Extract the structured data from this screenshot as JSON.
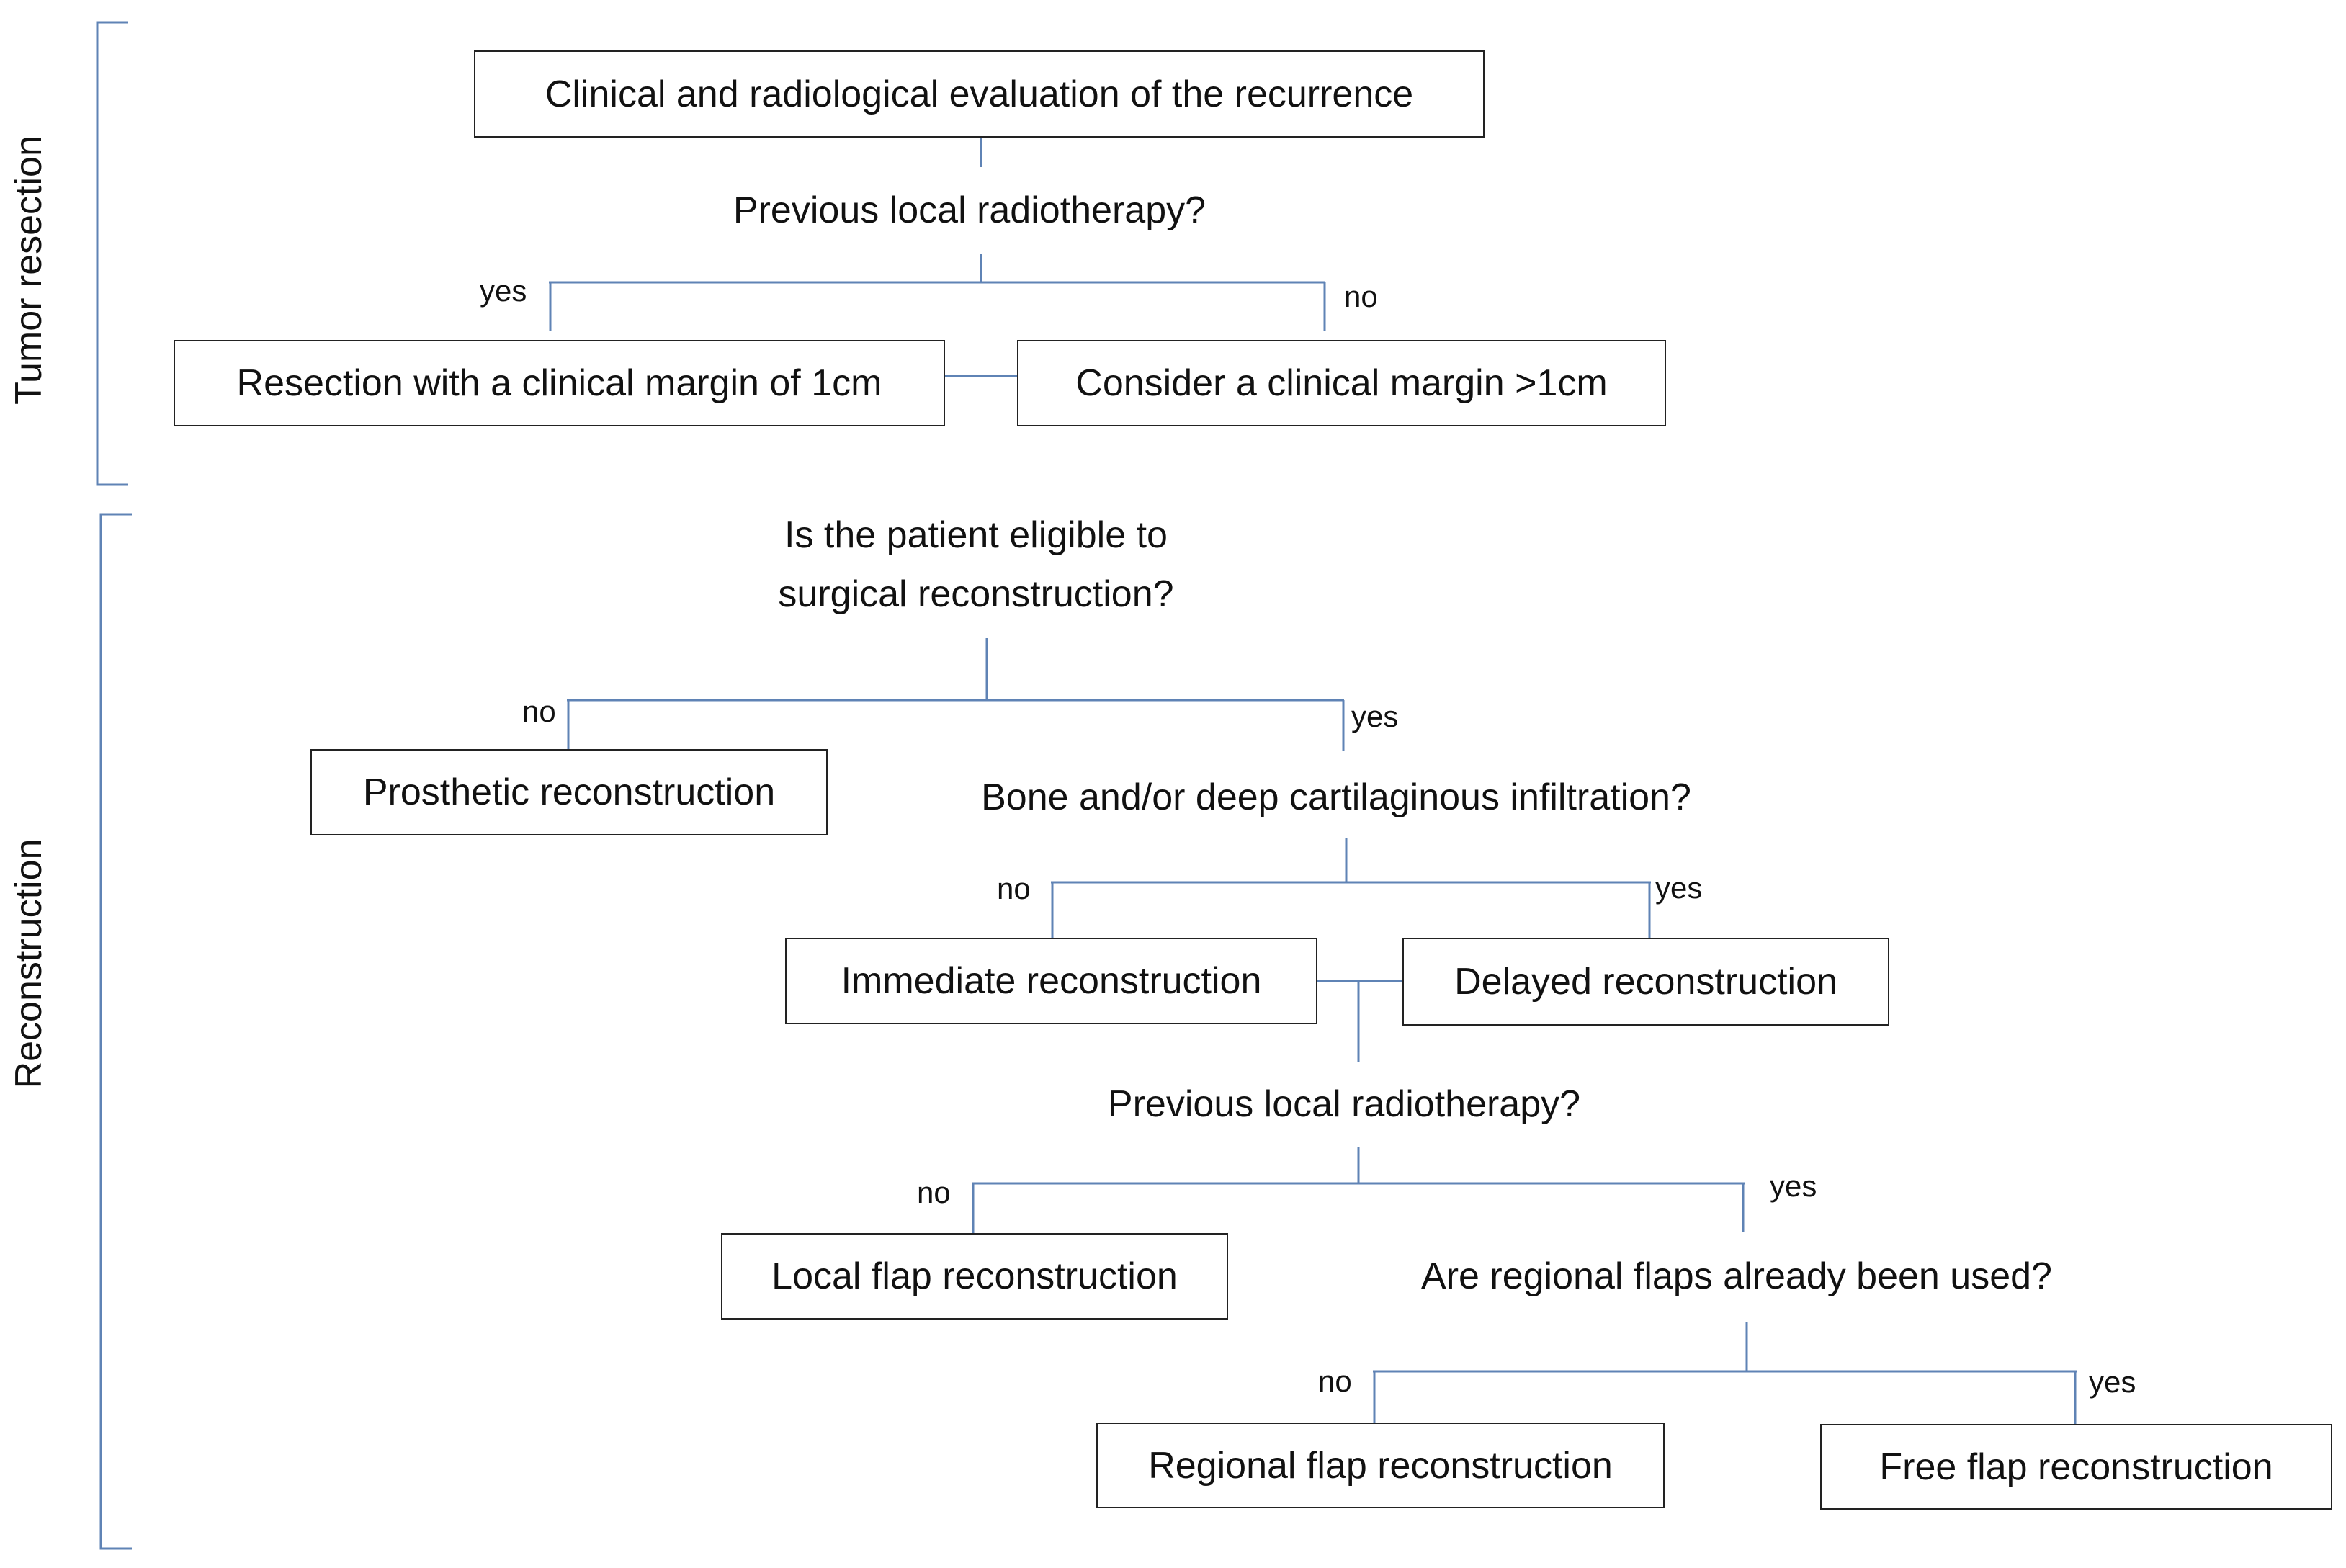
{
  "sections": {
    "tumor_resection": "Tumor resection",
    "reconstruction": "Reconstruction"
  },
  "nodes": {
    "clinical_eval": "Clinical and radiological evaluation of the recurrence",
    "q_prev_radio_1": "Previous local radiotherapy?",
    "resection_1cm": "Resection with a clinical margin of 1cm",
    "margin_gt_1cm": "Consider a clinical margin >1cm",
    "q_eligible_line1": "Is the patient eligible to",
    "q_eligible_line2": "surgical reconstruction?",
    "prosthetic": "Prosthetic reconstruction",
    "q_bone": "Bone and/or deep cartilaginous infiltration?",
    "immediate": "Immediate reconstruction",
    "delayed": "Delayed reconstruction",
    "q_prev_radio_2": "Previous local radiotherapy?",
    "local_flap": "Local flap reconstruction",
    "q_regional": "Are regional flaps already been used?",
    "regional_flap": "Regional flap reconstruction",
    "free_flap": "Free flap reconstruction"
  },
  "edge_labels": {
    "yes_1": "yes",
    "no_1": "no",
    "no_2": "no",
    "yes_2": "yes",
    "no_3": "no",
    "yes_3": "yes",
    "no_4": "no",
    "yes_4": "yes",
    "no_5": "no",
    "yes_5": "yes"
  },
  "colors": {
    "connector": "#5f83b5",
    "box_border": "#222222",
    "text": "#111111"
  }
}
